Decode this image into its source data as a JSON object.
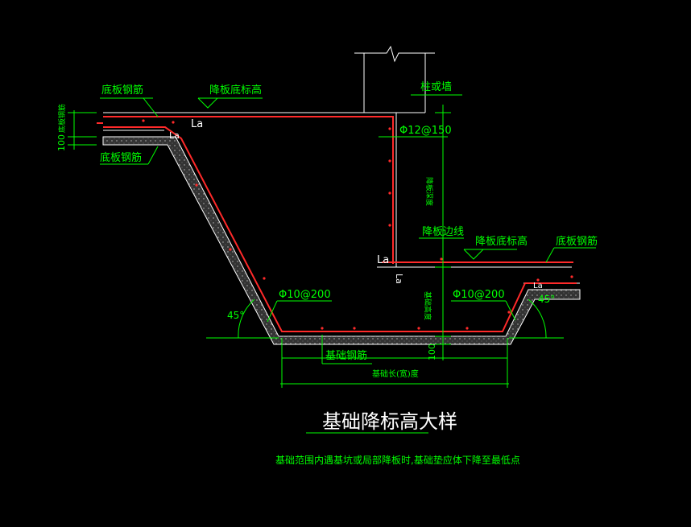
{
  "colors": {
    "background": "#000000",
    "rebar": "#ff2a2a",
    "slab_outline": "#ffffff",
    "dimension": "#00ff00",
    "text": "#00ff00",
    "title": "#ffffff",
    "column": "#ffffff",
    "note": "#00ff00"
  },
  "labels": {
    "bottom_rebar_top_left": "底板钢筋",
    "slab_elevation_top": "降板底标高",
    "column_or_wall": "柱或墙",
    "la_top_left": "La",
    "la_circle_left": "La",
    "phi12": "Φ12@150",
    "dim_100_left": "100",
    "bottom_rebar_vertical_left": "底板钢筋",
    "bottom_rebar_bottom_left": "底板钢筋",
    "drop_depth_vertical": "降板深度",
    "drop_edge_line": "降板边线",
    "slab_elevation_mid": "降板底标高",
    "bottom_rebar_right": "底板钢筋",
    "la_mid": "La",
    "la_vertical_mid": "La",
    "phi10_left": "Φ10@200",
    "phi10_right": "Φ10@200",
    "angle_left": "45°",
    "angle_right": "45°",
    "foundation_rebar": "基础钢筋",
    "foundation_depth_vertical": "基础高度",
    "dim_100_bottom": "100",
    "foundation_length_width": "基础长(宽)度",
    "la_circle_right": "La"
  },
  "title": {
    "main": "基础降标高大样",
    "note": "基础范围内遇基坑或局部降板时,基础垫应体下降至最低点"
  }
}
